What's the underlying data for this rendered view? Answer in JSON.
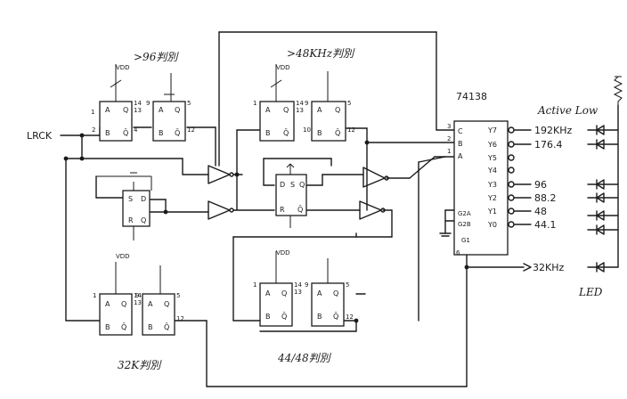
{
  "title_96": ">96判別",
  "title_48": ">48KHz判別",
  "title_32": "32K判別",
  "title_44": "44/48判別",
  "input_label": "LRCK",
  "decoder": {
    "part": "74138",
    "inputs": [
      "C",
      "B",
      "A"
    ],
    "input_pins": [
      "3",
      "2",
      "1"
    ],
    "enables": [
      "G2A",
      "G2B",
      "G1"
    ],
    "g1_pin": "6"
  },
  "outputs_header": "Active Low",
  "outputs": [
    {
      "pin": "Y7",
      "label": "192KHz"
    },
    {
      "pin": "Y6",
      "label": "176.4"
    },
    {
      "pin": "Y5",
      "label": ""
    },
    {
      "pin": "Y4",
      "label": ""
    },
    {
      "pin": "Y3",
      "label": "96"
    },
    {
      "pin": "Y2",
      "label": "88.2"
    },
    {
      "pin": "Y1",
      "label": "48"
    },
    {
      "pin": "Y0",
      "label": "44.1"
    }
  ],
  "out_32k": "32KHz",
  "led_label": "LED",
  "vdd": "VDD",
  "ff": {
    "s": "S",
    "r": "R",
    "d": "D",
    "q": "Q",
    "qb": "Q̄"
  },
  "pins": {
    "a": "A",
    "b": "B",
    "q": "Q",
    "qb": "Q̄"
  }
}
